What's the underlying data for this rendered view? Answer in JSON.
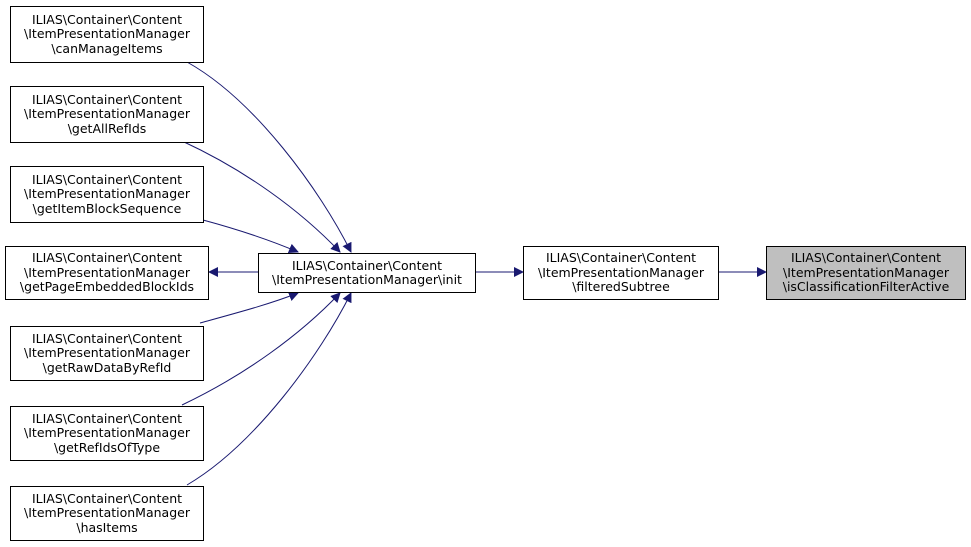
{
  "colors": {
    "edge": "#191970",
    "node_border": "#000000",
    "current_fill": "#bfbfbf"
  },
  "nodes": {
    "can_manage_items": [
      "ILIAS\\Container\\Content",
      "\\ItemPresentationManager",
      "\\canManageItems"
    ],
    "get_all_ref_ids": [
      "ILIAS\\Container\\Content",
      "\\ItemPresentationManager",
      "\\getAllRefIds"
    ],
    "get_item_block_sequence": [
      "ILIAS\\Container\\Content",
      "\\ItemPresentationManager",
      "\\getItemBlockSequence"
    ],
    "get_page_embedded_block_ids": [
      "ILIAS\\Container\\Content",
      "\\ItemPresentationManager",
      "\\getPageEmbeddedBlockIds"
    ],
    "get_raw_data_by_ref_id": [
      "ILIAS\\Container\\Content",
      "\\ItemPresentationManager",
      "\\getRawDataByRefId"
    ],
    "get_ref_ids_of_type": [
      "ILIAS\\Container\\Content",
      "\\ItemPresentationManager",
      "\\getRefIdsOfType"
    ],
    "has_items": [
      "ILIAS\\Container\\Content",
      "\\ItemPresentationManager",
      "\\hasItems"
    ],
    "init": [
      "ILIAS\\Container\\Content",
      "\\ItemPresentationManager\\init"
    ],
    "filtered_subtree": [
      "ILIAS\\Container\\Content",
      "\\ItemPresentationManager",
      "\\filteredSubtree"
    ],
    "is_classification_filter_active": [
      "ILIAS\\Container\\Content",
      "\\ItemPresentationManager",
      "\\isClassificationFilterActive"
    ]
  }
}
